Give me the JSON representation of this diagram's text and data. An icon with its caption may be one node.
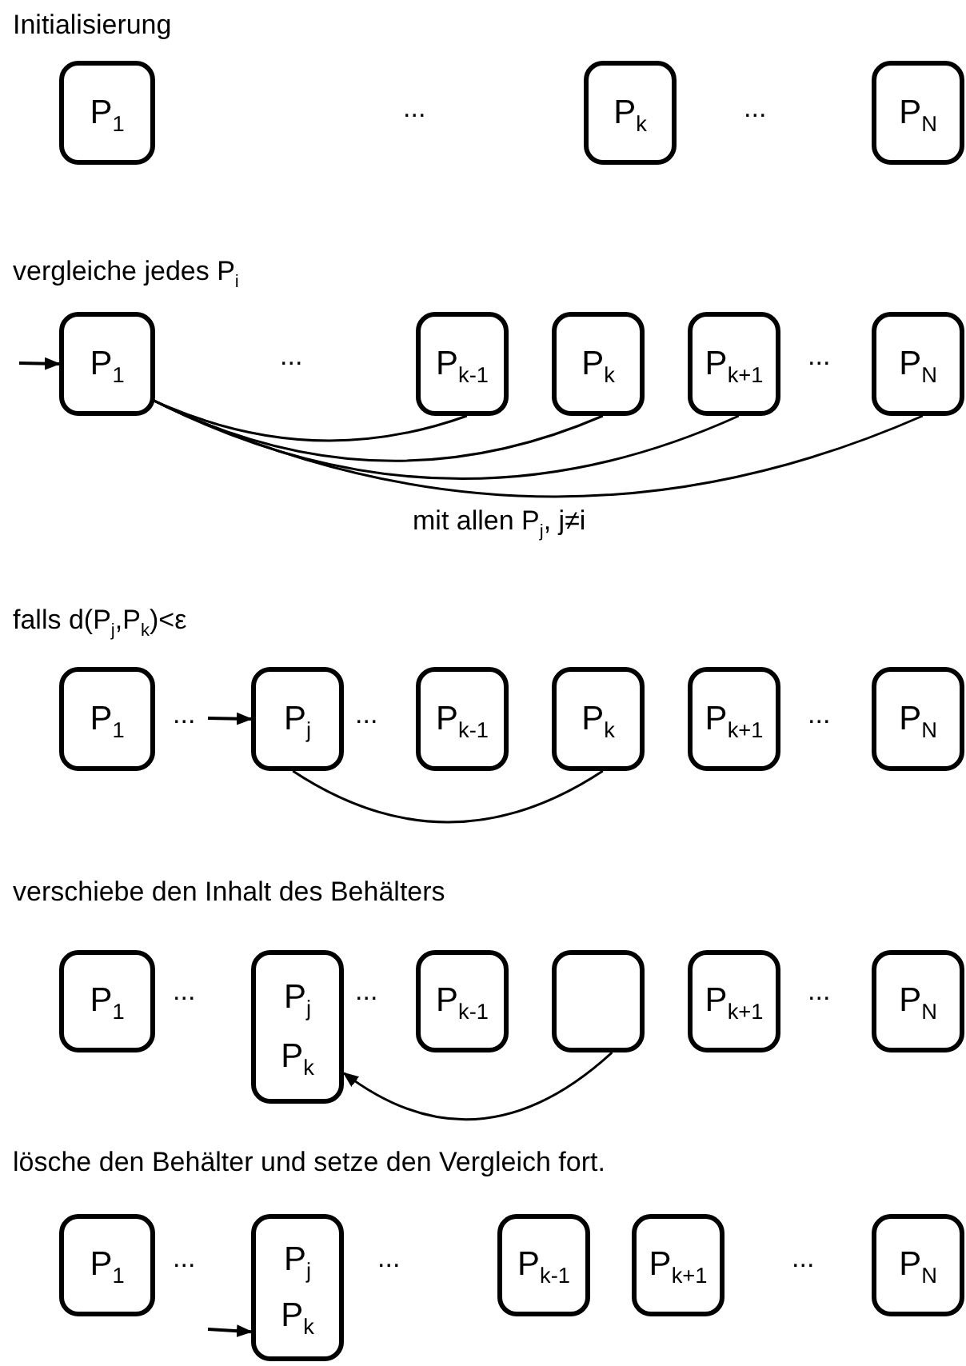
{
  "diagram": {
    "nodes": [
      {
        "text": [
          "P$_{1}$"
        ]
      },
      {
        "text": [
          "P$_{k}$"
        ]
      },
      {
        "text": [
          "P$_{N}$"
        ]
      },
      {
        "text": [
          "P$_{1}$"
        ]
      },
      {
        "text": [
          "P$_{k-1}$"
        ]
      },
      {
        "text": [
          "P$_{k}$"
        ]
      },
      {
        "text": [
          "P$_{k+1}$"
        ]
      },
      {
        "text": [
          "P$_{N}$"
        ]
      },
      {
        "text": [
          "P$_{1}$"
        ]
      },
      {
        "text": [
          "P$_{j}$"
        ]
      },
      {
        "text": [
          "P$_{k-1}$"
        ]
      },
      {
        "text": [
          "P$_{k}$"
        ]
      },
      {
        "text": [
          "P$_{k+1}$"
        ]
      },
      {
        "text": [
          "P$_{N}$"
        ]
      },
      {
        "text": [
          "P$_{1}$"
        ]
      },
      {
        "text": [
          "P$_{j}$",
          "P$_{k}$"
        ]
      },
      {
        "text": [
          "P$_{k-1}$"
        ]
      },
      {
        "text": [],
        "shape": "box"
      },
      {
        "text": [
          "P$_{k+1}$"
        ]
      },
      {
        "text": [
          "P$_{N}$"
        ]
      },
      {
        "text": [
          "P$_{1}$"
        ]
      },
      {
        "text": [
          "P$_{j}$",
          "P$_{k}$"
        ]
      },
      {
        "text": [
          "P$_{k-1}$"
        ]
      },
      {
        "text": [
          "P$_{k+1}$"
        ]
      },
      {
        "text": [
          "P$_{N}$"
        ]
      }
    ],
    "edges": [
      {
        "from": null,
        "to": 3,
        "arrow": "to"
      },
      {
        "from": 3,
        "to": 4,
        "arrow": "none"
      },
      {
        "from": 3,
        "to": 5,
        "arrow": "none"
      },
      {
        "from": 3,
        "to": 6,
        "arrow": "none"
      },
      {
        "from": 3,
        "to": 7,
        "arrow": "none"
      },
      {
        "from": null,
        "to": 9,
        "arrow": "to"
      },
      {
        "from": 9,
        "to": 11,
        "arrow": "none"
      },
      {
        "from": 17,
        "to": 15,
        "arrow": "to"
      },
      {
        "from": null,
        "to": 21,
        "arrow": "to"
      }
    ],
    "labels": [
      "Initialisierung",
      "...",
      "...",
      "vergleiche jedes P$_{i}$",
      "...",
      "...",
      "mit allen P$_{j}$, j≠i",
      "falls d(P$_{j}$,P$_{k}$)<ε",
      "...",
      "...",
      "...",
      "verschiebe den Inhalt des Behälters",
      "...",
      "...",
      "...",
      "lösche den Behälter und setze den Vergleich fort.",
      "...",
      "...",
      "..."
    ]
  }
}
